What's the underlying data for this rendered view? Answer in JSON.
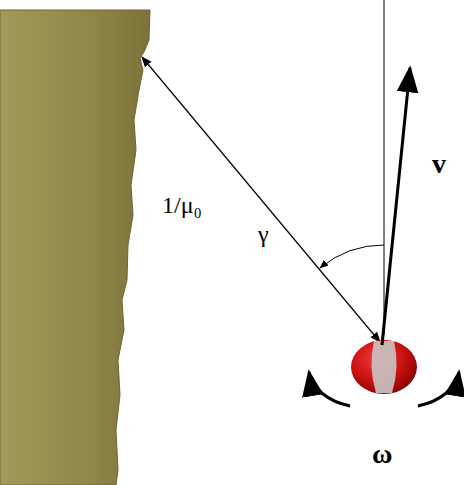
{
  "diagram": {
    "labels": [
      "1/μ₀",
      "γ",
      "v",
      "ω"
    ]
  }
}
